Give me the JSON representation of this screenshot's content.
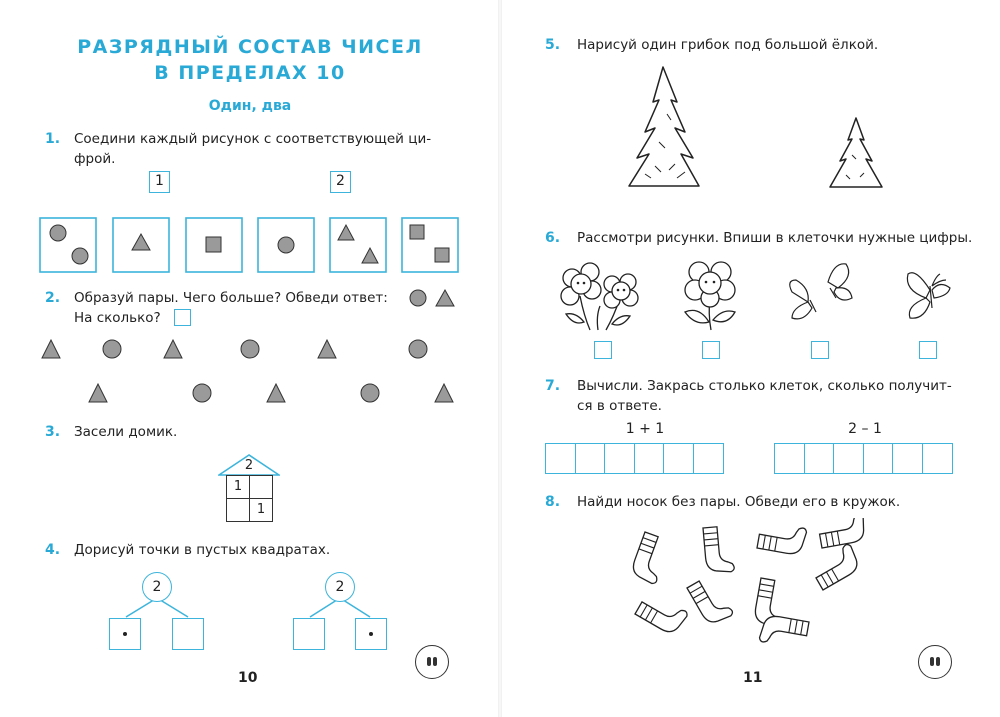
{
  "left_page": {
    "title_line1": "РАЗРЯДНЫЙ СОСТАВ ЧИСЕЛ",
    "title_line2": "В ПРЕДЕЛАХ 10",
    "subtitle": "Один, два",
    "task1": {
      "number": "1.",
      "text_line1": "Соедини каждый рисунок с соответствующей ци-",
      "text_line2": "фрой.",
      "digits": [
        "1",
        "2"
      ]
    },
    "task2": {
      "number": "2.",
      "text_line1": "Образуй пары. Чего больше? Обведи ответ:",
      "text_line2": "На сколько?"
    },
    "task3": {
      "number": "3.",
      "text": "Засели домик.",
      "roof": "2",
      "cell_top_left": "1",
      "cell_bottom_right": "1"
    },
    "task4": {
      "number": "4.",
      "text": "Дорисуй точки в пустых квадратах.",
      "circle_left": "2",
      "circle_right": "2"
    },
    "page_number": "10"
  },
  "right_page": {
    "task5": {
      "number": "5.",
      "text": "Нарисуй один грибок под большой ёлкой."
    },
    "task6": {
      "number": "6.",
      "text": "Рассмотри рисунки. Впиши в клеточки нужные цифры."
    },
    "task7": {
      "number": "7.",
      "text_line1": "Вычисли. Закрась столько клеток, сколько получит-",
      "text_line2": "ся в ответе.",
      "expr_left": "1 + 1",
      "expr_right": "2 – 1"
    },
    "task8": {
      "number": "8.",
      "text": "Найди носок без пары. Обведи его в кружок."
    },
    "page_number": "11"
  },
  "colors": {
    "accent": "#29a9d6",
    "shape_gray": "#9a9a9a"
  }
}
